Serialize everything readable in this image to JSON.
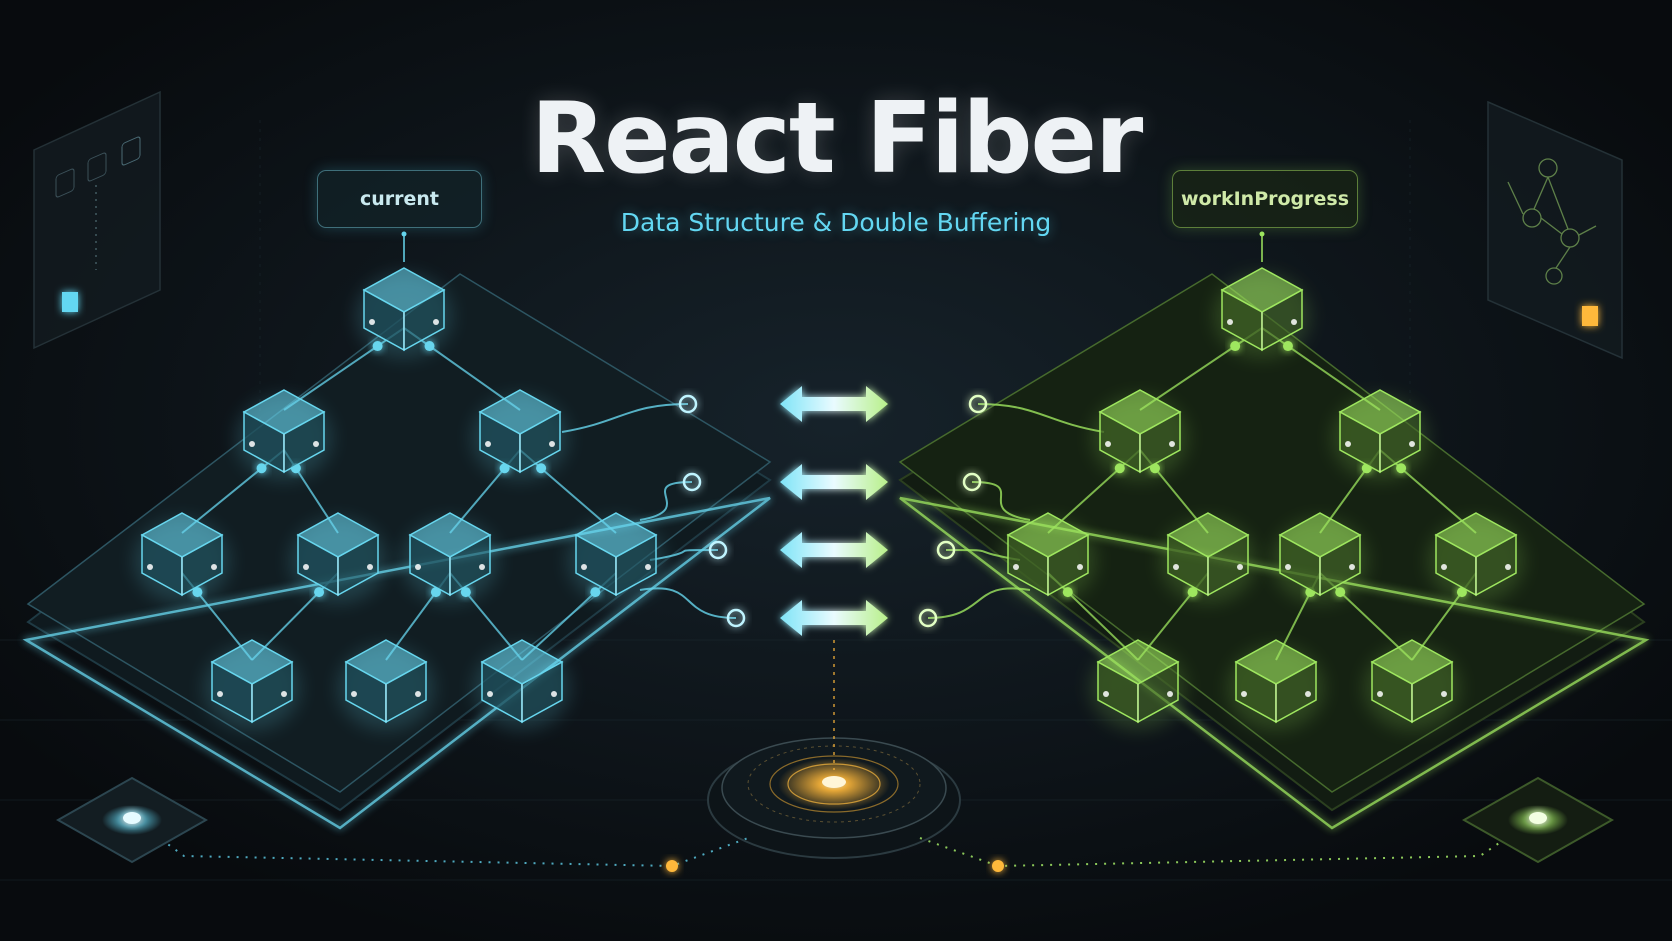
{
  "header": {
    "title": "React Fiber",
    "subtitle": "Data Structure & Double Buffering"
  },
  "trees": {
    "current": {
      "label": "current",
      "color": "#67d6ee"
    },
    "work_in_progress": {
      "label": "workInProgress",
      "color": "#9ee65f"
    }
  },
  "accent_color": "#ffb83a",
  "exchange_arrow_count": 4
}
